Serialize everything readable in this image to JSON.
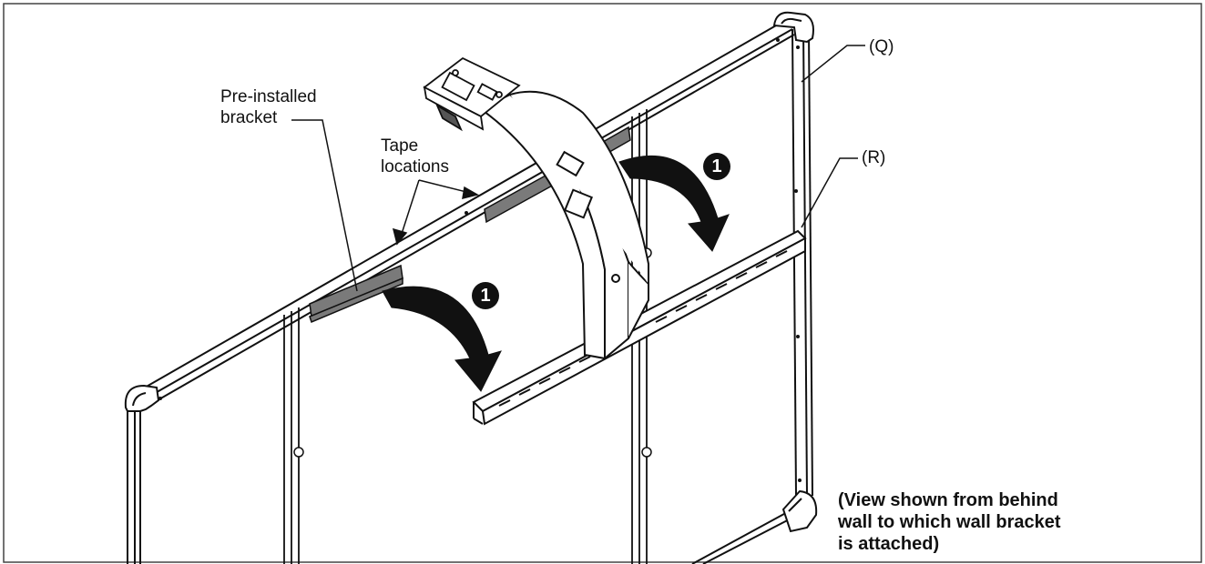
{
  "labels": {
    "pre_installed_bracket": "Pre-installed\nbracket",
    "tape_locations": "Tape\nlocations",
    "part_q": "(Q)",
    "part_r": "(R)",
    "view_note": "(View shown from behind\nwall to which wall bracket\nis attached)"
  },
  "steps": [
    {
      "number": "1"
    },
    {
      "number": "1"
    }
  ],
  "icons": {
    "rotation_arrow": "curved-arrow-icon",
    "step_marker": "numbered-circle-icon"
  },
  "colors": {
    "line": "#111111",
    "bracket_fill": "#7a7a7a",
    "panel_fill": "#ffffff"
  }
}
